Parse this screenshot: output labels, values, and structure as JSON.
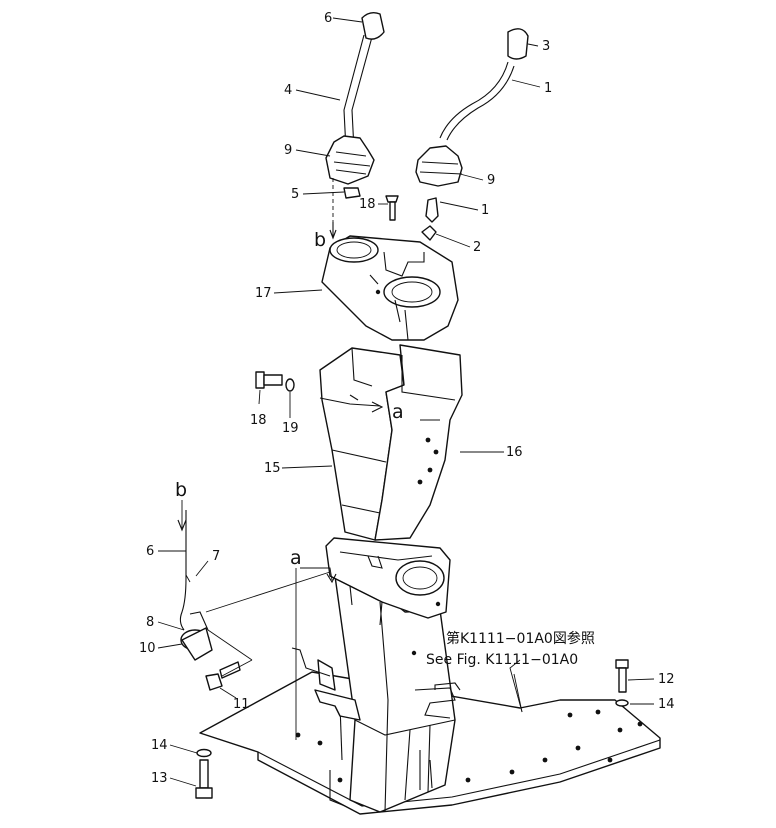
{
  "diagram": {
    "labels": {
      "l1a": "1",
      "l1b": "1",
      "l2": "2",
      "l3": "3",
      "l4": "4",
      "l5": "5",
      "l6a": "6",
      "l6b": "6",
      "l7": "7",
      "l8": "8",
      "l9a": "9",
      "l9b": "9",
      "l10": "10",
      "l11": "11",
      "l12": "12",
      "l13": "13",
      "l14a": "14",
      "l14b": "14",
      "l15": "15",
      "l16": "16",
      "l17": "17",
      "l18a": "18",
      "l18b": "18",
      "l19": "19"
    },
    "letters": {
      "a1": "a",
      "a2": "a",
      "b1": "b",
      "b2": "b"
    },
    "reference": {
      "jp": "第K1111−01A0図参照",
      "en": "See Fig. K1111−01A0"
    }
  }
}
